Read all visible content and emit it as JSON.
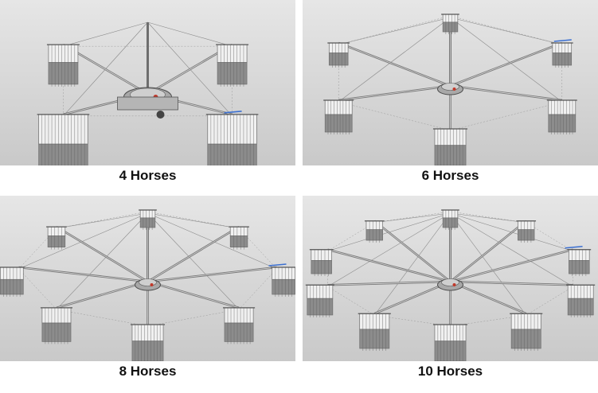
{
  "panels": [
    {
      "caption": "4 Horses",
      "arms": 4
    },
    {
      "caption": "6 Horses",
      "arms": 6
    },
    {
      "caption": "8 Horses",
      "arms": 8
    },
    {
      "caption": "10 Horses",
      "arms": 10
    }
  ],
  "colors": {
    "background_top": "#e6e6e6",
    "background_bottom": "#c9c9c9",
    "frame": "#6e6e6e",
    "panel_upper": "#f0f0f0",
    "panel_lower": "#8c8c8c",
    "accent_red": "#c0392b",
    "accent_blue": "#3a6fd1"
  }
}
